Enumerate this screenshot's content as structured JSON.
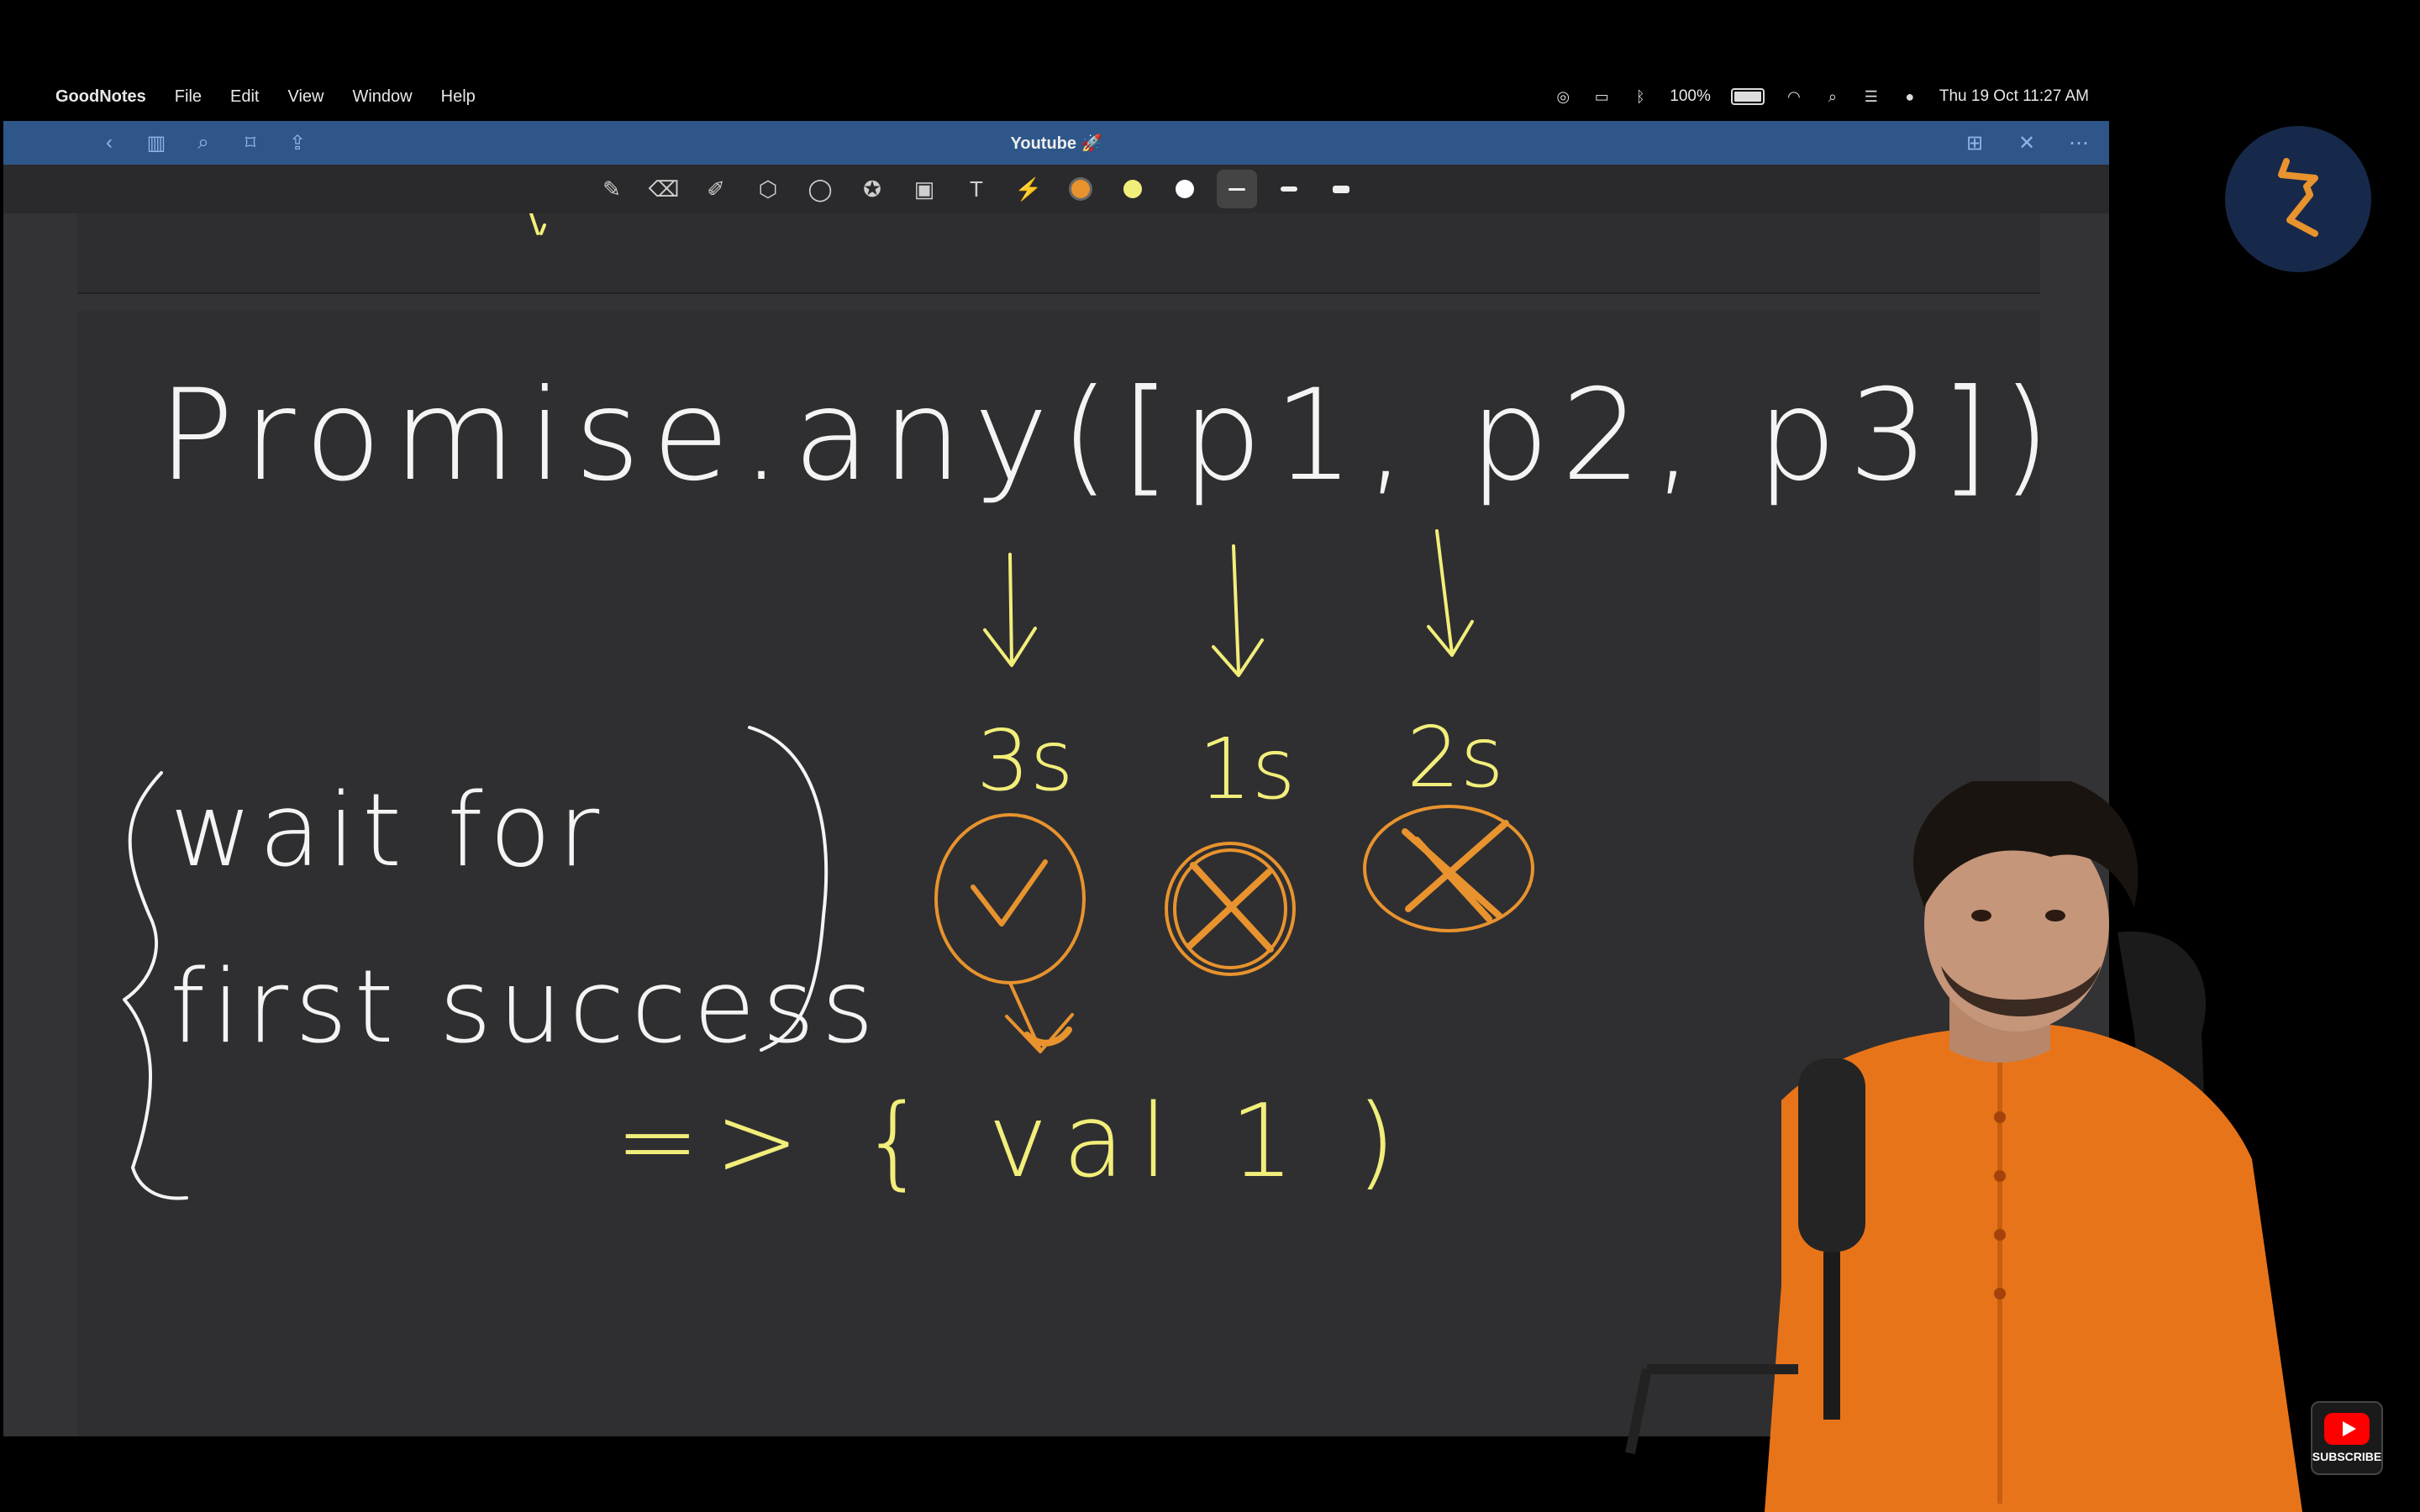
{
  "menubar": {
    "app_name": "GoodNotes",
    "menus": [
      "File",
      "Edit",
      "View",
      "Window",
      "Help"
    ],
    "battery": "100%",
    "clock": "Thu 19 Oct  11:27 AM"
  },
  "titlebar": {
    "document_title": "Youtube 🚀"
  },
  "toolbar": {
    "tools": [
      "pen-icon",
      "eraser-icon",
      "highlighter-icon",
      "shapes-icon",
      "lasso-icon",
      "sticker-icon",
      "image-icon",
      "text-icon",
      "laser-icon"
    ],
    "colors": [
      "#e8932e",
      "#f2ee7a",
      "#ffffff"
    ],
    "selected_color": "#e8932e"
  },
  "handwriting": {
    "heading": "Promise.any([p1, p2, p3])",
    "timings": [
      "3s",
      "1s",
      "2s"
    ],
    "note_line1": "wait for",
    "note_line2": "first success",
    "result": "=> { val 1 )"
  },
  "branding": {
    "subscribe": "SUBSCRIBE"
  },
  "colors": {
    "ink_white": "#f4f4f4",
    "ink_yellow": "#f2ee7a",
    "ink_orange": "#e8932e",
    "titlebar": "#2e5689"
  }
}
